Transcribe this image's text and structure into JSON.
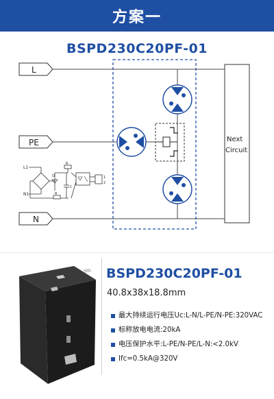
{
  "header": {
    "title": "方案一"
  },
  "diagram": {
    "model_label": "BSPD230C20PF-01",
    "lines": {
      "l": "L",
      "pe": "PE",
      "n": "N"
    },
    "next_circuit": {
      "line1": "Next",
      "line2": "Circuit"
    },
    "inset": {
      "l1": "L1",
      "n1": "N1",
      "r_top": "R",
      "d": "D",
      "c": "C",
      "r_bottom": "R",
      "p1": "1",
      "p2": "2"
    }
  },
  "product": {
    "name": "BSPD230C20PF-01",
    "dimensions": "40.8x38x18.8mm",
    "specs": [
      "最大持续运行电压Uc:L-N/L-PE/N-PE:320VAC",
      "标称放电电流:20kA",
      "电压保护水平:L-PE/N-PE/L-N:<2.0kV",
      "Ifc=0.5kA@320V"
    ]
  },
  "colors": {
    "accent": "#1f4fa3",
    "box_dashed": "#1f4fa3"
  }
}
